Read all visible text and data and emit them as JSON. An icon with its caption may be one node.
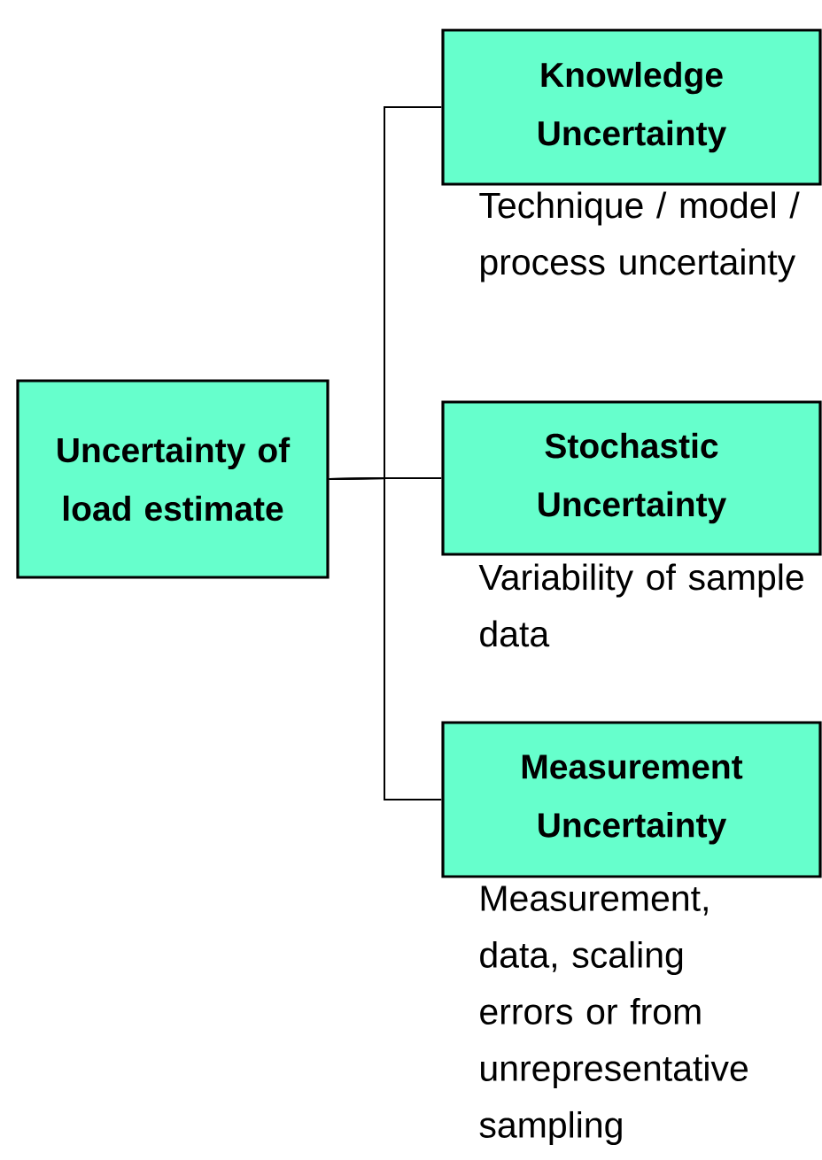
{
  "diagram": {
    "nodes": [
      {
        "text": [
          "Uncertainty of load estimate"
        ]
      },
      {
        "text": [
          "Knowledge Uncertainty"
        ],
        "beside": [
          "Technique / model / process uncertainty"
        ]
      },
      {
        "text": [
          "Stochastic Uncertainty"
        ],
        "beside": [
          "Variability of sample data"
        ]
      },
      {
        "text": [
          "Measurement Uncertainty"
        ],
        "beside": [
          "Measurement, data, scaling errors or from unrepresentative sampling"
        ]
      }
    ],
    "edges": [
      {
        "from": 0,
        "to": 1,
        "arrow": "none"
      },
      {
        "from": 0,
        "to": 2,
        "arrow": "none"
      },
      {
        "from": 0,
        "to": 3,
        "arrow": "none"
      }
    ]
  }
}
